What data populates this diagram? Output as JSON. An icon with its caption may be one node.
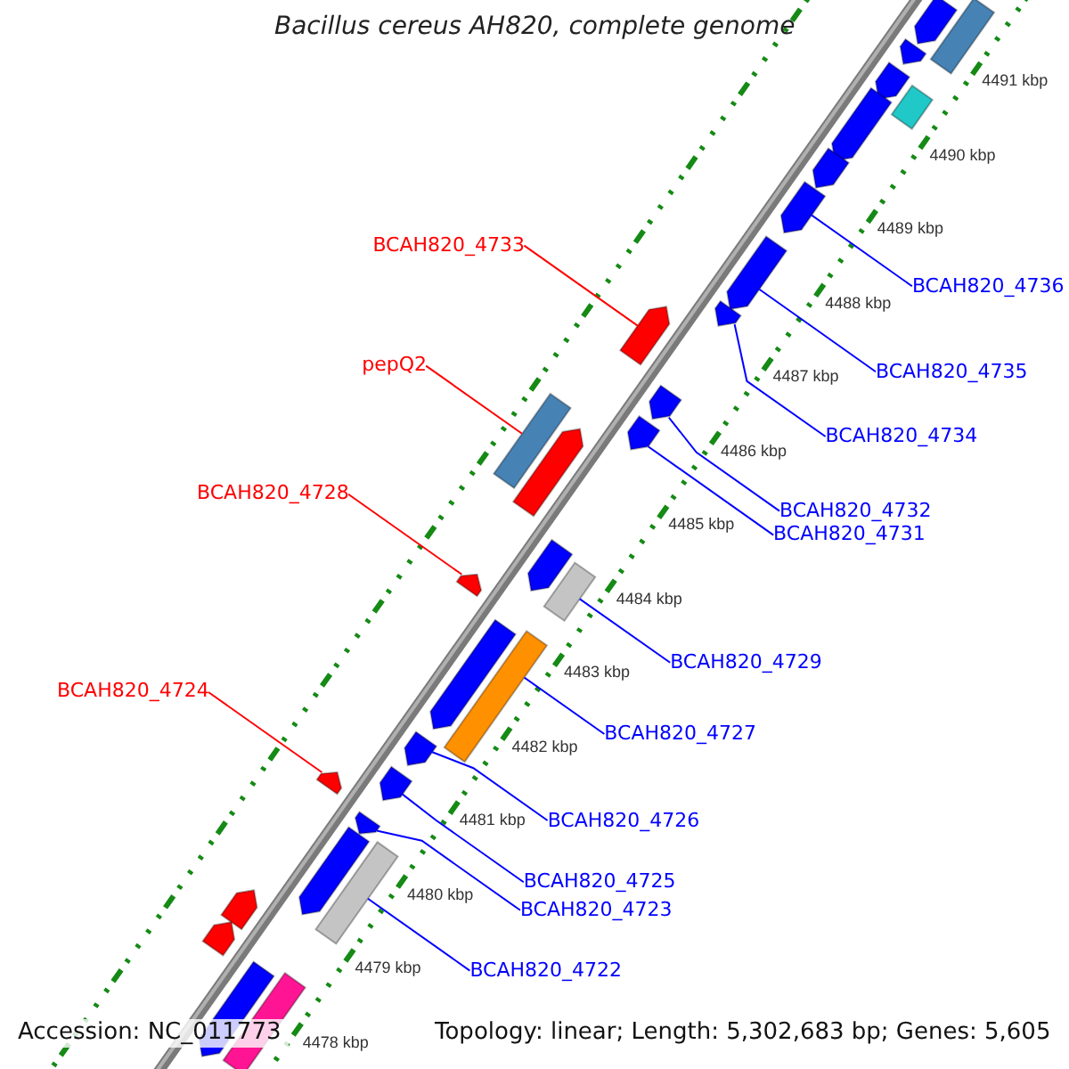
{
  "diagram": {
    "title": "Bacillus cereus AH820, complete genome",
    "nodes": [
      {
        "text": [
          "BCAH820_4733"
        ]
      },
      {
        "text": [],
        "shape": "arrow"
      },
      {
        "text": [
          "BCAH820_4736"
        ]
      },
      {
        "text": [],
        "shape": "arrow"
      },
      {
        "text": [
          "BCAH820_4735"
        ]
      },
      {
        "text": [],
        "shape": "arrow"
      },
      {
        "text": [
          "pepQ2"
        ]
      },
      {
        "text": [],
        "shape": "bar"
      },
      {
        "text": [
          "BCAH820_4734"
        ]
      },
      {
        "text": [],
        "shape": "arrow"
      },
      {
        "text": [
          "BCAH820_4728"
        ]
      },
      {
        "text": [],
        "shape": "arrow"
      },
      {
        "text": [
          "BCAH820_4732"
        ]
      },
      {
        "text": [],
        "shape": "arrow"
      },
      {
        "text": [
          "BCAH820_4731"
        ]
      },
      {
        "text": [],
        "shape": "arrow"
      },
      {
        "text": [
          "BCAH820_4729"
        ]
      },
      {
        "text": [],
        "shape": "bar"
      },
      {
        "text": [
          "BCAH820_4724"
        ]
      },
      {
        "text": [],
        "shape": "arrow"
      },
      {
        "text": [
          "BCAH820_4727"
        ]
      },
      {
        "text": [],
        "shape": "bar"
      },
      {
        "text": [
          "BCAH820_4726"
        ]
      },
      {
        "text": [],
        "shape": "arrow"
      },
      {
        "text": [
          "BCAH820_4725"
        ]
      },
      {
        "text": [],
        "shape": "arrow"
      },
      {
        "text": [
          "BCAH820_4723"
        ]
      },
      {
        "text": [],
        "shape": "arrow"
      },
      {
        "text": [
          "BCAH820_4722"
        ]
      },
      {
        "text": [],
        "shape": "bar"
      },
      {
        "text": [],
        "shape": "arrow"
      },
      {
        "text": [],
        "shape": "arrow"
      },
      {
        "text": [],
        "shape": "arrow"
      },
      {
        "text": [],
        "shape": "arrow"
      },
      {
        "text": [],
        "shape": "arrow"
      },
      {
        "text": [],
        "shape": "arrow"
      },
      {
        "text": [],
        "shape": "arrow"
      },
      {
        "text": [],
        "shape": "arrow"
      },
      {
        "text": [],
        "shape": "arrow"
      },
      {
        "text": [],
        "shape": "bar"
      },
      {
        "text": [],
        "shape": "bar"
      },
      {
        "text": [],
        "shape": "bar"
      },
      {
        "text": [],
        "shape": "arrow"
      },
      {
        "text": [],
        "shape": "arrow"
      },
      {
        "text": [],
        "shape": "arrow"
      }
    ],
    "edges": [
      {
        "from": 0,
        "to": 1,
        "arrow": "none",
        "color": "#ff0000"
      },
      {
        "from": 2,
        "to": 3,
        "arrow": "none"
      },
      {
        "from": 4,
        "to": 5,
        "arrow": "none"
      },
      {
        "from": 6,
        "to": 7,
        "arrow": "none",
        "color": "#ff0000"
      },
      {
        "from": 8,
        "to": 9,
        "arrow": "none"
      },
      {
        "from": 10,
        "to": 11,
        "arrow": "none",
        "color": "#ff0000"
      },
      {
        "from": 12,
        "to": 13,
        "arrow": "none"
      },
      {
        "from": 14,
        "to": 15,
        "arrow": "none"
      },
      {
        "from": 16,
        "to": 17,
        "arrow": "none"
      },
      {
        "from": 18,
        "to": 19,
        "arrow": "none",
        "color": "#ff0000"
      },
      {
        "from": 20,
        "to": 21,
        "arrow": "none"
      },
      {
        "from": 22,
        "to": 23,
        "arrow": "none"
      },
      {
        "from": 24,
        "to": 25,
        "arrow": "none"
      },
      {
        "from": 26,
        "to": 27,
        "arrow": "none"
      },
      {
        "from": 28,
        "to": 29,
        "arrow": "none"
      }
    ],
    "labels": [
      "4491 kbp",
      "4490 kbp",
      "4489 kbp",
      "4488 kbp",
      "4487 kbp",
      "4486 kbp",
      "4485 kbp",
      "4484 kbp",
      "4483 kbp",
      "4482 kbp",
      "4481 kbp",
      "4480 kbp",
      "4479 kbp",
      "4478 kbp",
      "Accession: NC_011773",
      "Topology: linear; Length: 5,302,683 bp; Genes: 5,605"
    ]
  }
}
